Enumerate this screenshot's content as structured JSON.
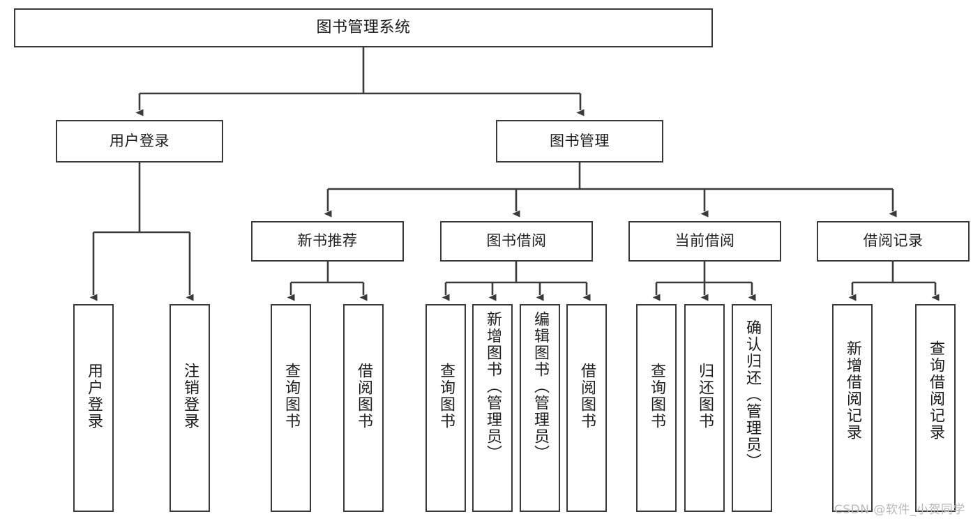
{
  "diagram": {
    "title": "图书管理系统",
    "type": "tree-hierarchy",
    "orientation": "top-down",
    "box_border_color": "#3a3a3a",
    "line_color": "#3a3a3a",
    "background": "#ffffff"
  },
  "nodes": {
    "root": "图书管理系统",
    "level2": {
      "user_login": "用户登录",
      "book_manage": "图书管理"
    },
    "level3": {
      "new_book_recommend": "新书推荐",
      "book_borrow": "图书借阅",
      "current_borrow": "当前借阅",
      "borrow_record": "借阅记录"
    },
    "leaves": {
      "user_login_1": "用户登录",
      "user_login_2": "注销登录",
      "recommend_1": "查询图书",
      "recommend_2": "借阅图书",
      "borrow_1": "查询图书",
      "borrow_2": "新增图书（管理员）",
      "borrow_3": "编辑图书（管理员）",
      "borrow_4": "借阅图书",
      "current_1": "查询图书",
      "current_2": "归还图书",
      "current_3": "确认归还（管理员）",
      "record_1": "新增借阅记录",
      "record_2": "查询借阅记录"
    }
  },
  "watermark": {
    "text": "CSDN @软件_小贺同学"
  }
}
